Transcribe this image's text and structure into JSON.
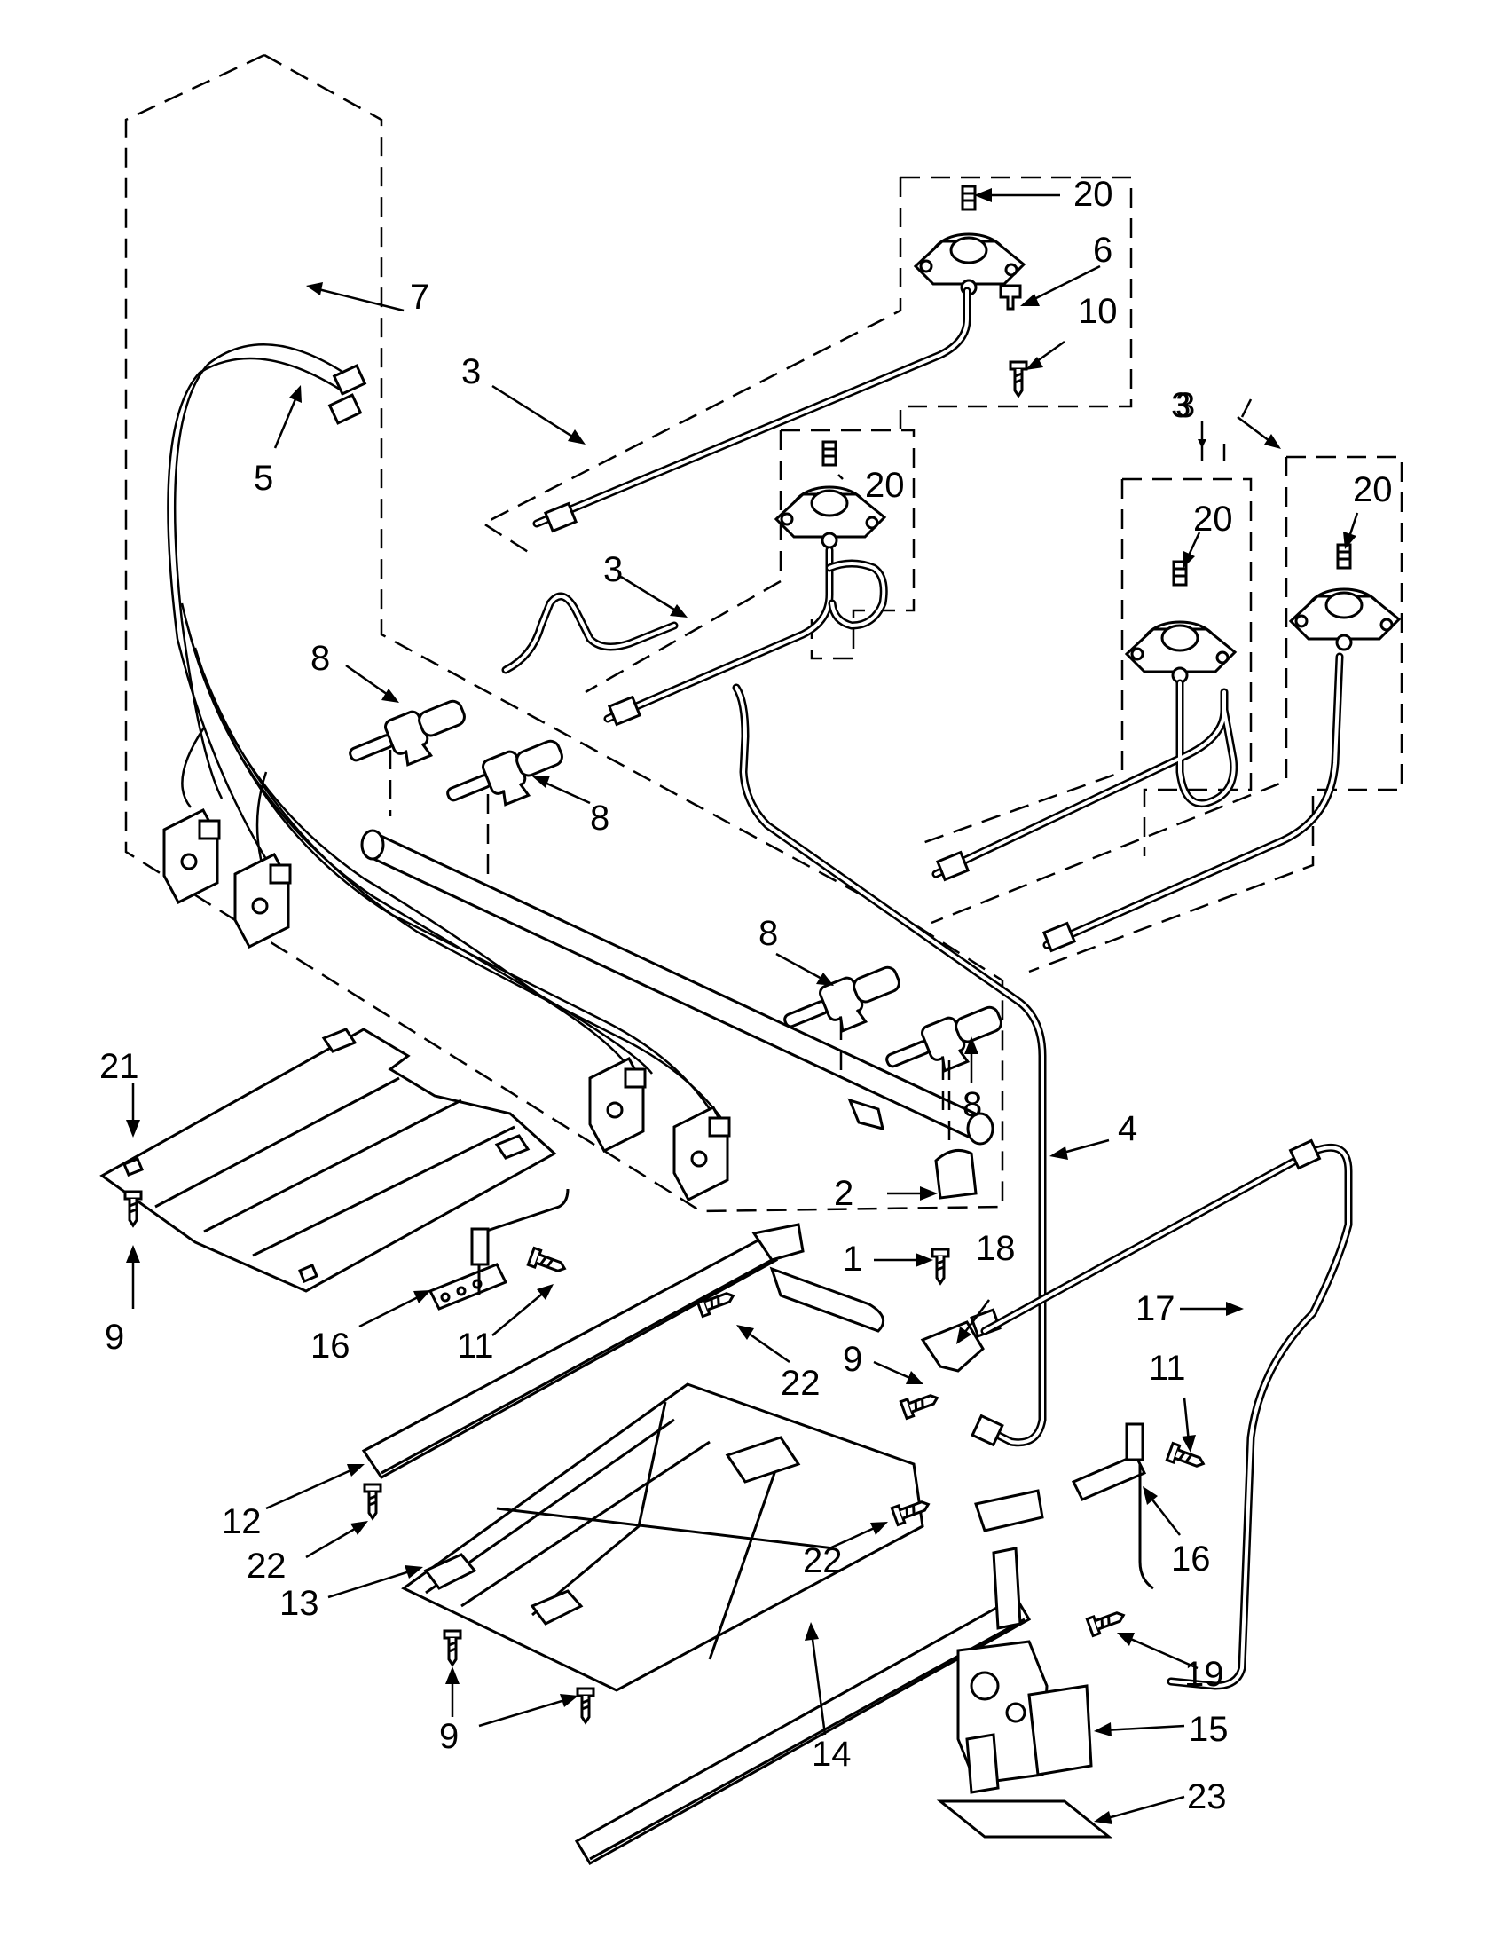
{
  "callouts": [
    {
      "id": "c20a",
      "text": "20"
    },
    {
      "id": "c6",
      "text": "6"
    },
    {
      "id": "c10",
      "text": "10"
    },
    {
      "id": "c7",
      "text": "7"
    },
    {
      "id": "c3a",
      "text": "3"
    },
    {
      "id": "c5",
      "text": "5"
    },
    {
      "id": "c3b",
      "text": "3"
    },
    {
      "id": "c20b",
      "text": "20"
    },
    {
      "id": "c3c",
      "text": "3"
    },
    {
      "id": "c20c",
      "text": "20"
    },
    {
      "id": "c20d",
      "text": "20"
    },
    {
      "id": "c3d",
      "text": "3"
    },
    {
      "id": "c8a",
      "text": "8"
    },
    {
      "id": "c8b",
      "text": "8"
    },
    {
      "id": "c8c",
      "text": "8"
    },
    {
      "id": "c8d",
      "text": "8"
    },
    {
      "id": "c21",
      "text": "21"
    },
    {
      "id": "c4",
      "text": "4"
    },
    {
      "id": "c2",
      "text": "2"
    },
    {
      "id": "c1",
      "text": "1"
    },
    {
      "id": "c18",
      "text": "18"
    },
    {
      "id": "c9a",
      "text": "9"
    },
    {
      "id": "c16a",
      "text": "16"
    },
    {
      "id": "c11a",
      "text": "11"
    },
    {
      "id": "c22a",
      "text": "22"
    },
    {
      "id": "c9b",
      "text": "9"
    },
    {
      "id": "c17",
      "text": "17"
    },
    {
      "id": "c11b",
      "text": "11"
    },
    {
      "id": "c12",
      "text": "12"
    },
    {
      "id": "c22b",
      "text": "22"
    },
    {
      "id": "c22c",
      "text": "22"
    },
    {
      "id": "c16b",
      "text": "16"
    },
    {
      "id": "c13",
      "text": "13"
    },
    {
      "id": "c19",
      "text": "19"
    },
    {
      "id": "c9c",
      "text": "9"
    },
    {
      "id": "c14",
      "text": "14"
    },
    {
      "id": "c15",
      "text": "15"
    },
    {
      "id": "c23",
      "text": "23"
    }
  ]
}
